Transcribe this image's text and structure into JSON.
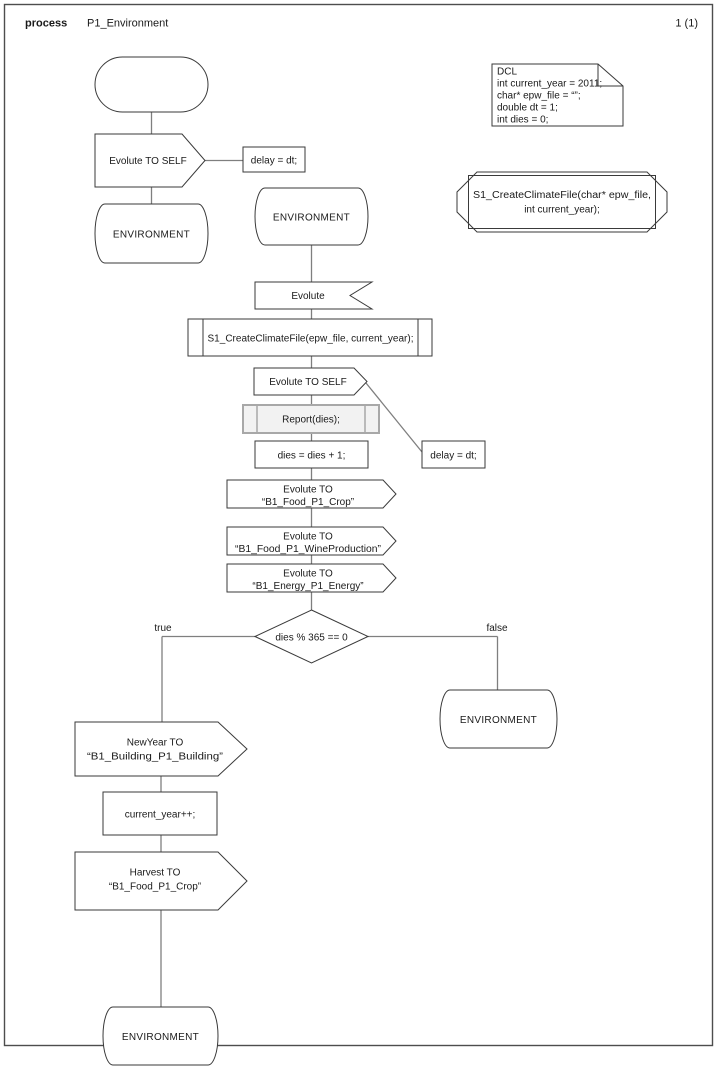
{
  "header": {
    "type_label": "process",
    "name": "P1_Environment",
    "page_number": "1 (1)"
  },
  "declarations": {
    "lines": [
      "DCL",
      "int current_year = 2011;",
      "char* epw_file = “”;",
      "double dt = 1;",
      "int dies = 0;"
    ]
  },
  "procedure_declaration": {
    "line1": "S1_CreateClimateFile(char* epw_file,",
    "line2": "int current_year);"
  },
  "nodes": {
    "output_evolute_self_1": "Evolute TO SELF",
    "delay_note_1": "delay = dt;",
    "state_env_1": "ENVIRONMENT",
    "state_env_2": "ENVIRONMENT",
    "input_evolute": "Evolute",
    "call_create_climate": "S1_CreateClimateFile(epw_file, current_year);",
    "output_evolute_self_2": "Evolute TO SELF",
    "delay_note_2": "delay = dt;",
    "call_report": "Report(dies);",
    "task_dies_increment": "dies = dies + 1;",
    "output_crop": {
      "line1": "Evolute TO",
      "line2": "“B1_Food_P1_Crop”"
    },
    "output_wine": {
      "line1": "Evolute TO",
      "line2": "“B1_Food_P1_WineProduction”"
    },
    "output_energy": {
      "line1": "Evolute TO",
      "line2": "“B1_Energy_P1_Energy”"
    },
    "decision": "dies % 365 == 0",
    "label_true": "true",
    "label_false": "false",
    "state_env_false": "ENVIRONMENT",
    "output_newyear": {
      "line1": "NewYear TO",
      "line2": "“B1_Building_P1_Building”"
    },
    "task_year_increment": "current_year++;",
    "output_harvest": {
      "line1": "Harvest TO",
      "line2": "“B1_Food_P1_Crop”"
    },
    "state_env_bottom": "ENVIRONMENT"
  },
  "colors": {
    "background": "#ffffff",
    "shape_stroke": "#3a3a3a",
    "connector": "#7f7f7f",
    "selected_stroke": "#a8a8a8",
    "selected_fill": "#f2f2f2",
    "text": "#1a1a1a"
  }
}
